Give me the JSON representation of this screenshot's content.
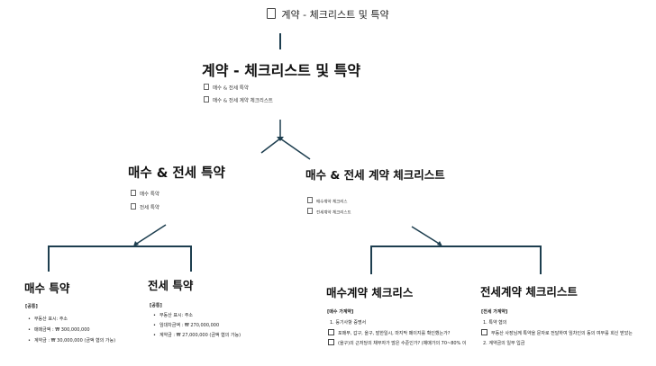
{
  "top_title": "계약 - 체크리스트 및 특약",
  "root": {
    "title": "계약 - 체크리스트 및 특약",
    "links": [
      "매수 & 전세 특약",
      "매수 & 전세 계약 체크리스트"
    ]
  },
  "special": {
    "title": "매수 & 전세 특약",
    "links": [
      "매수 특약",
      "전세 특약"
    ]
  },
  "checklist": {
    "title": "매수 & 전세 계약 체크리스트",
    "links": [
      "매수계약 체크리스",
      "전세계약 체크리스트"
    ]
  },
  "buy_special": {
    "title": "매수 특약",
    "section": "[공통]",
    "items": [
      "부동산 표시: 주소",
      "매매금액 : ₩ 300,000,000",
      "계약금 : ₩ 30,000,000 (금액 협의 가능)"
    ]
  },
  "rent_special": {
    "title": "전세 특약",
    "section": "[공통]",
    "items": [
      "부동산 표시: 주소",
      "임대차금액 : ₩ 270,000,000",
      "계약금 : ₩ 27,000,000 (금액 협의 가능)"
    ]
  },
  "buy_checklist": {
    "title": "매수계약 체크리스",
    "section": "[매수 가계약]",
    "numbered": [
      "1. 등기사항 증명서"
    ],
    "checks": [
      "포매부, 갑구, 을구, 발한일시, 마지막 페이지를 확인했는가?",
      "(을구)의 근저당의 채무자가 많은 수준인가? (채매가의 70~80% 이"
    ]
  },
  "rent_checklist": {
    "title": "전세계약 체크리스트",
    "section": "[전세 가계약]",
    "numbered": [
      "1. 특약 협의",
      "2. 계약금의 일부 입금"
    ],
    "checks": [
      "부동산 사장님께 특약을 문자로 전달하여 임차인의 동의 여부를 회신 받았는"
    ]
  },
  "colors": {
    "connector": "#1d3e4f",
    "text": "#111111"
  }
}
